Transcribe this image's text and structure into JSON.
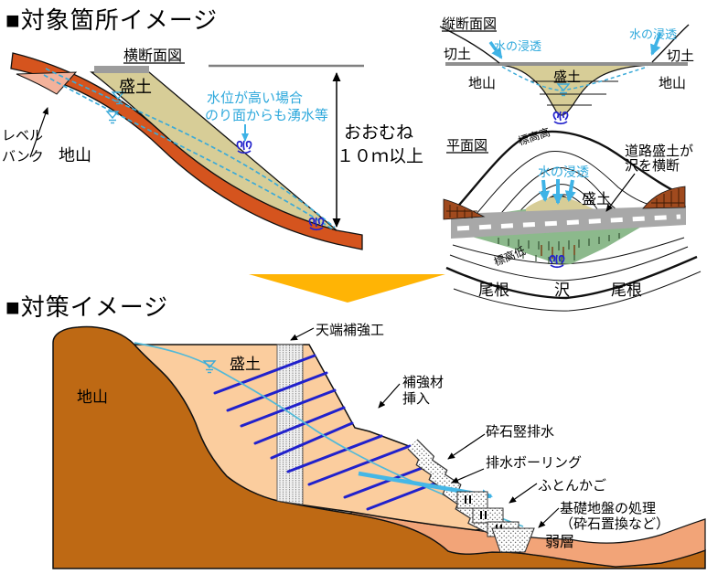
{
  "sections": {
    "target_title": "■対象箇所イメージ",
    "measure_title": "■対策イメージ"
  },
  "cross": {
    "title": "横断面図",
    "embankment": "盛土",
    "level_bank1": "レベル",
    "level_bank2": "バンク",
    "ground": "地山",
    "note1": "水位が高い場合",
    "note2": "のり面からも湧水等",
    "height1": "おおむね",
    "height2": "１０ｍ以上"
  },
  "long": {
    "title": "縦断面図",
    "cut_left": "切土",
    "cut_right": "切土",
    "seep_left": "水の浸透",
    "seep_right": "水の浸透",
    "ground_left": "地山",
    "ground_right": "地山",
    "embankment": "盛土"
  },
  "plan": {
    "title": "平面図",
    "elev_high": "標高高",
    "elev_low": "標高低",
    "seepage": "水の浸透",
    "embankment": "盛土",
    "road_note1": "道路盛土が",
    "road_note2": "沢を横断",
    "ridge_left": "尾根",
    "valley": "沢",
    "ridge_right": "尾根"
  },
  "cm": {
    "ground": "地山",
    "embankment": "盛土",
    "crest": "天端補強工",
    "reinforce1": "補強材",
    "reinforce2": "挿入",
    "drain": "砕石竪排水",
    "boring": "排水ボーリング",
    "gabion": "ふとんかご",
    "foundation1": "基礎地盤の処理",
    "foundation2": "（砕石置換など）",
    "weak": "弱層"
  },
  "colors": {
    "cyan": "#2FA9DC",
    "blue_nail": "#2121CC",
    "spring_blue": "#2222CC",
    "tan_fill": "#D7CD97",
    "ground_orange": "#D5541E",
    "level_bank_pink": "#F3B29B",
    "mountain_brown": "#BE6914",
    "embankment_peach": "#FBCD9E",
    "weak_salmon": "#F2A478",
    "road_gray": "#A8A8A8",
    "plan_green": "#8CB98C",
    "plan_brown": "#A04A1E",
    "transition_yellow": "#FFB405"
  }
}
